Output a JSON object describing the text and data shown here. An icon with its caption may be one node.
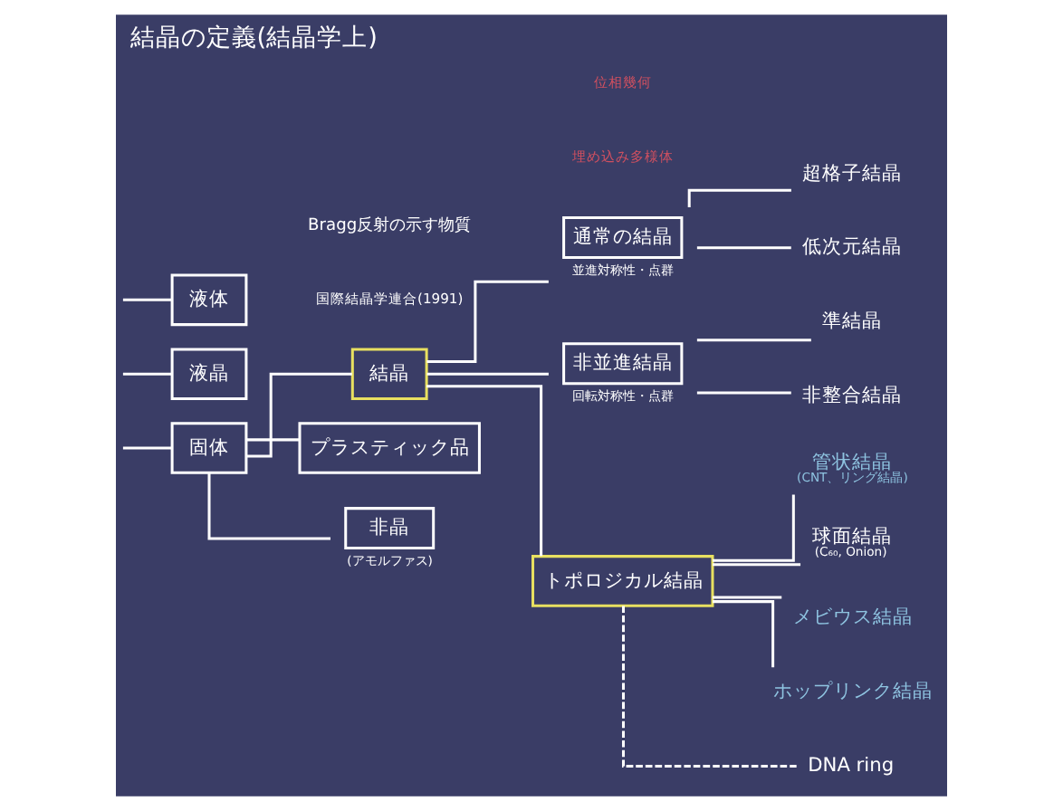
{
  "diagram": {
    "title": "結晶の定義(結晶学上)",
    "nodes": [
      {
        "text": [
          "固体"
        ]
      },
      {
        "text": [
          "液晶"
        ]
      },
      {
        "text": [
          "液体"
        ]
      },
      {
        "text": [
          "結晶"
        ]
      },
      {
        "text": [
          "プラスティック品"
        ]
      },
      {
        "text": [
          "非晶"
        ],
        "beside": [
          "(アモルファス)"
        ]
      },
      {
        "text": [
          "通常の結晶"
        ],
        "beside": [
          "並進対称性・点群"
        ]
      },
      {
        "text": [
          "非並進結晶"
        ],
        "beside": [
          "回転対称性・点群"
        ]
      },
      {
        "text": [
          "トポロジカル結晶"
        ]
      },
      {
        "text": [
          "超格子結晶"
        ]
      },
      {
        "text": [
          "低次元結晶"
        ]
      },
      {
        "text": [
          "準結晶"
        ]
      },
      {
        "text": [
          "非整合結晶"
        ]
      },
      {
        "text": [
          "管状結晶"
        ],
        "beside": [
          "(CNT、リング結晶)"
        ]
      },
      {
        "text": [
          "球面結晶"
        ],
        "beside": [
          "(C₆₀, Onion)"
        ]
      },
      {
        "text": [
          "メビウス結晶"
        ]
      },
      {
        "text": [
          "ホップリンク結晶"
        ]
      },
      {
        "text": [
          "DNA ring"
        ]
      }
    ],
    "edges": [
      {
        "from": null,
        "to": 0,
        "arrow": "none"
      },
      {
        "from": null,
        "to": 1,
        "arrow": "none"
      },
      {
        "from": null,
        "to": 2,
        "arrow": "none"
      },
      {
        "from": 0,
        "to": 3,
        "arrow": "none"
      },
      {
        "from": 0,
        "to": 4,
        "arrow": "none"
      },
      {
        "from": 0,
        "to": 5,
        "arrow": "none"
      },
      {
        "from": 3,
        "to": 6,
        "arrow": "none"
      },
      {
        "from": 3,
        "to": 7,
        "arrow": "none"
      },
      {
        "from": 3,
        "to": 8,
        "arrow": "none"
      },
      {
        "from": 6,
        "to": 9,
        "arrow": "none"
      },
      {
        "from": 6,
        "to": 10,
        "arrow": "none"
      },
      {
        "from": 7,
        "to": 11,
        "arrow": "none"
      },
      {
        "from": 7,
        "to": 12,
        "arrow": "none"
      },
      {
        "from": 8,
        "to": 13,
        "arrow": "none"
      },
      {
        "from": 8,
        "to": 14,
        "arrow": "none"
      },
      {
        "from": 8,
        "to": 15,
        "arrow": "none"
      },
      {
        "from": 8,
        "to": 16,
        "arrow": "none"
      },
      {
        "from": 8,
        "to": 17,
        "arrow": "none",
        "style": "dashed"
      }
    ],
    "labels": [
      "Bragg反射の示す物質",
      "国際結晶学連合(1991)",
      "位相幾何",
      "埋め込み多様体"
    ]
  }
}
